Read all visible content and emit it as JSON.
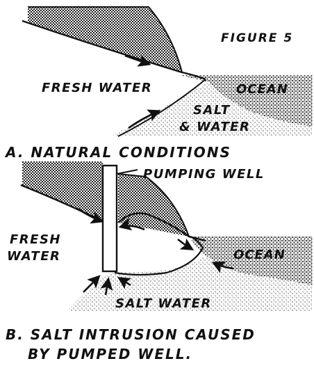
{
  "figure_label": "FIGURE 5",
  "panel_a": {
    "caption": "A. NATURAL CONDITIONS",
    "labels": {
      "fresh_water": "FRESH WATER",
      "ocean": "OCEAN",
      "salt_line1": "SALT",
      "salt_line2": "& WATER"
    }
  },
  "panel_b": {
    "well_label": "PUMPING WELL",
    "labels": {
      "fresh_line1": "FRESH",
      "fresh_line2": "WATER",
      "ocean": "OCEAN",
      "salt_water": "SALT WATER"
    },
    "caption_line1": "B. SALT INTRUSION CAUSED",
    "caption_line2": "BY PUMPED WELL."
  },
  "colors": {
    "ink": "#111111",
    "background": "#ffffff",
    "land_stipple": "#222222",
    "water_stipple": "#6a6a6a"
  }
}
